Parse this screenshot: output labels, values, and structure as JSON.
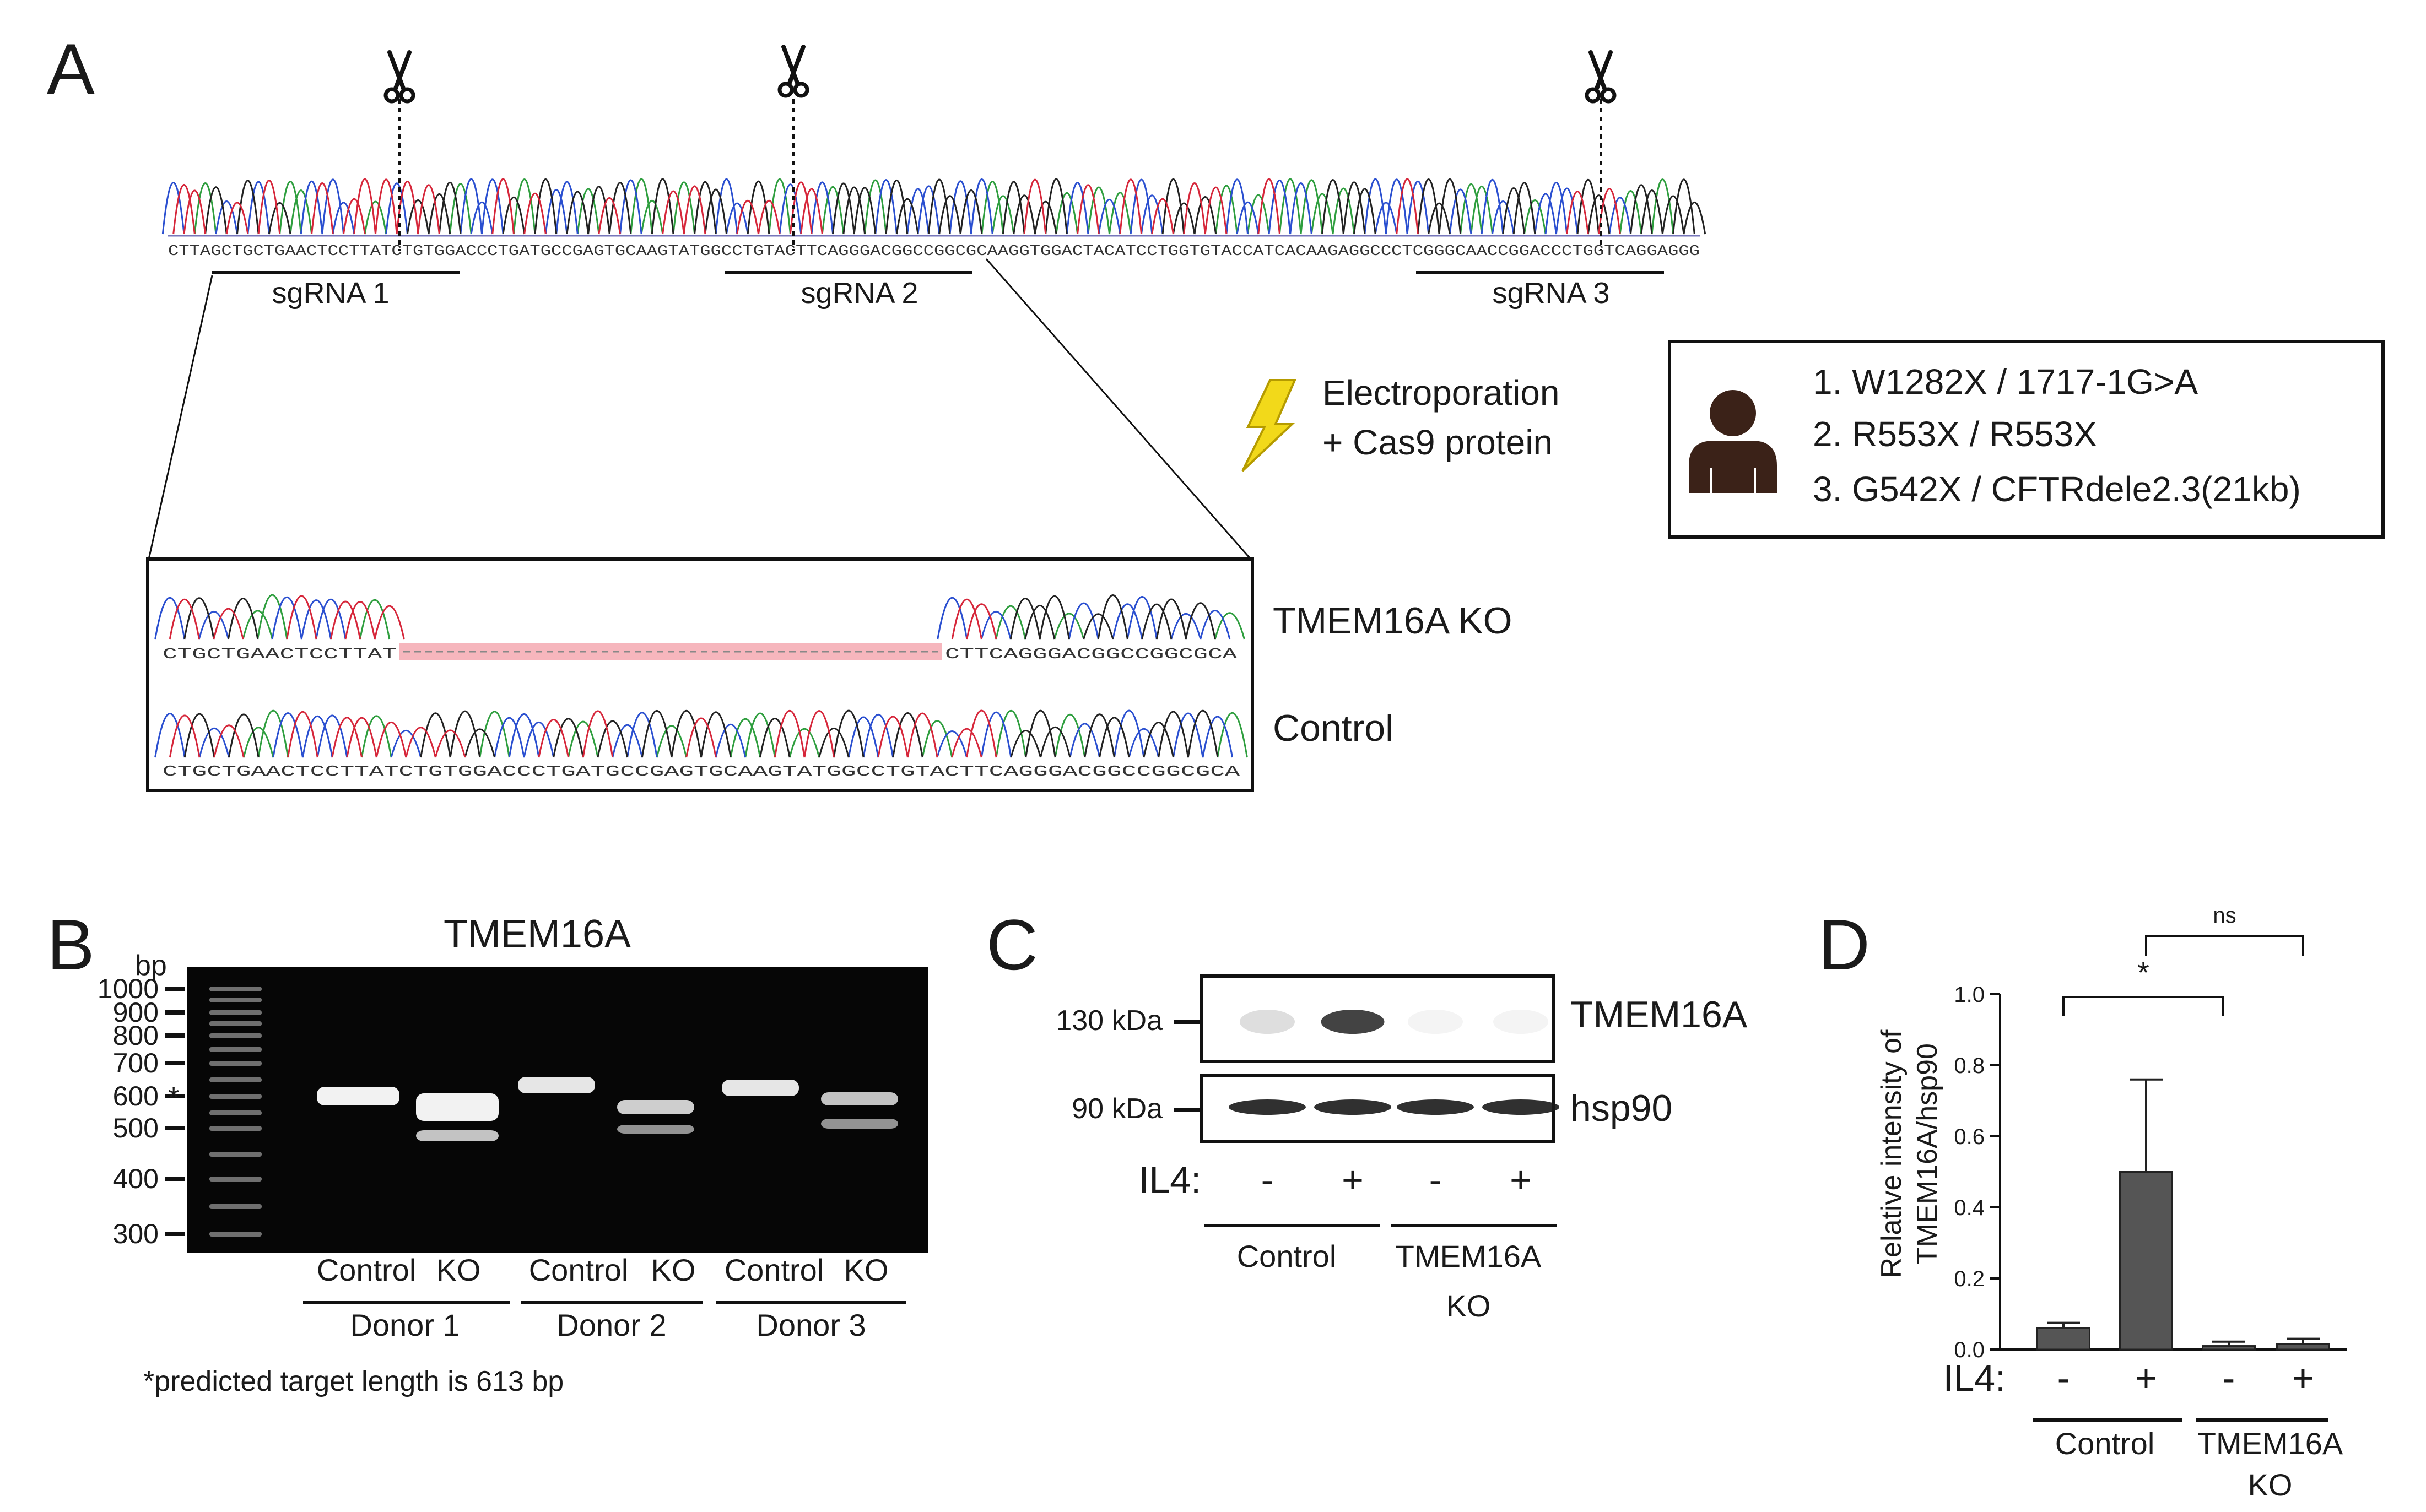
{
  "panels": {
    "a": "A",
    "b": "B",
    "c": "C",
    "d": "D"
  },
  "panel_a": {
    "sequence_text": "CTTAGCTGCTGAACTCCTTATCTGTGGACCCTGATGCCGAGTGCAAGTATGGCCTGTACTTCAGGGACGGCCGGCGCAAGGTGGACTACATCCTGGTGTACCATCACAAGAGGCCCTCGGGCAACCGGACCCTGGTCAGGAGGG",
    "sgrnas": [
      "sgRNA 1",
      "sgRNA 2",
      "sgRNA 3"
    ],
    "electroporation": [
      "Electroporation",
      "+ Cas9 protein"
    ],
    "patients": [
      "1. W1282X / 1717-1G>A",
      "2. R553X / R553X",
      "3. G542X / CFTRdele2.3(21kb)"
    ],
    "inset": {
      "ko_label": "TMEM16A KO",
      "control_label": "Control",
      "ko_seq_left": "CTGCTGAACTCCTTAT",
      "ko_seq_right": "CTTCAGGGACGGCCGGCGCA",
      "control_seq": "CTGCTGAACTCCTTATCTGTGGACCCTGATGCCGAGTGCAAGTATGGCCTGTACTTCAGGGACGGCCGGCGCA"
    },
    "colors": {
      "A": "#2e9e3e",
      "C": "#2a4fd0",
      "G": "#222222",
      "T": "#d6263a",
      "deletion": "#f6b6bd"
    }
  },
  "panel_b": {
    "title": "TMEM16A",
    "unit": "bp",
    "ladder": [
      "1000",
      "900",
      "800",
      "700",
      "600",
      "500",
      "400",
      "300"
    ],
    "star": "*",
    "lanes": [
      "Control",
      "KO",
      "Control",
      "KO",
      "Control",
      "KO"
    ],
    "donors": [
      "Donor 1",
      "Donor 2",
      "Donor 3"
    ],
    "footnote": "*predicted target length is 613 bp"
  },
  "panel_c": {
    "markers": [
      "130 kDa",
      "90 kDa"
    ],
    "proteins": [
      "TMEM16A",
      "hsp90"
    ],
    "treatment_label": "IL4:",
    "treatment": [
      "-",
      "+",
      "-",
      "+"
    ],
    "groups": [
      "Control",
      "TMEM16A",
      "KO"
    ]
  },
  "chart_data": {
    "type": "bar",
    "categories": [
      "Control -",
      "Control +",
      "TMEM16A KO -",
      "TMEM16A KO +"
    ],
    "values": [
      0.06,
      0.5,
      0.01,
      0.015
    ],
    "errors": [
      0.015,
      0.26,
      0.012,
      0.015
    ],
    "ylabel": [
      "Relative intensity of",
      "TMEM16A/hsp90"
    ],
    "ylim": [
      0,
      1.0
    ],
    "yticks": [
      "0.0",
      "0.2",
      "0.4",
      "0.6",
      "0.8",
      "1.0"
    ],
    "treatment_label": "IL4:",
    "treatment": [
      "-",
      "+",
      "-",
      "+"
    ],
    "groups": [
      "Control",
      "TMEM16A",
      "KO"
    ],
    "significance": [
      "*",
      "ns"
    ],
    "bar_color": "#555555"
  }
}
